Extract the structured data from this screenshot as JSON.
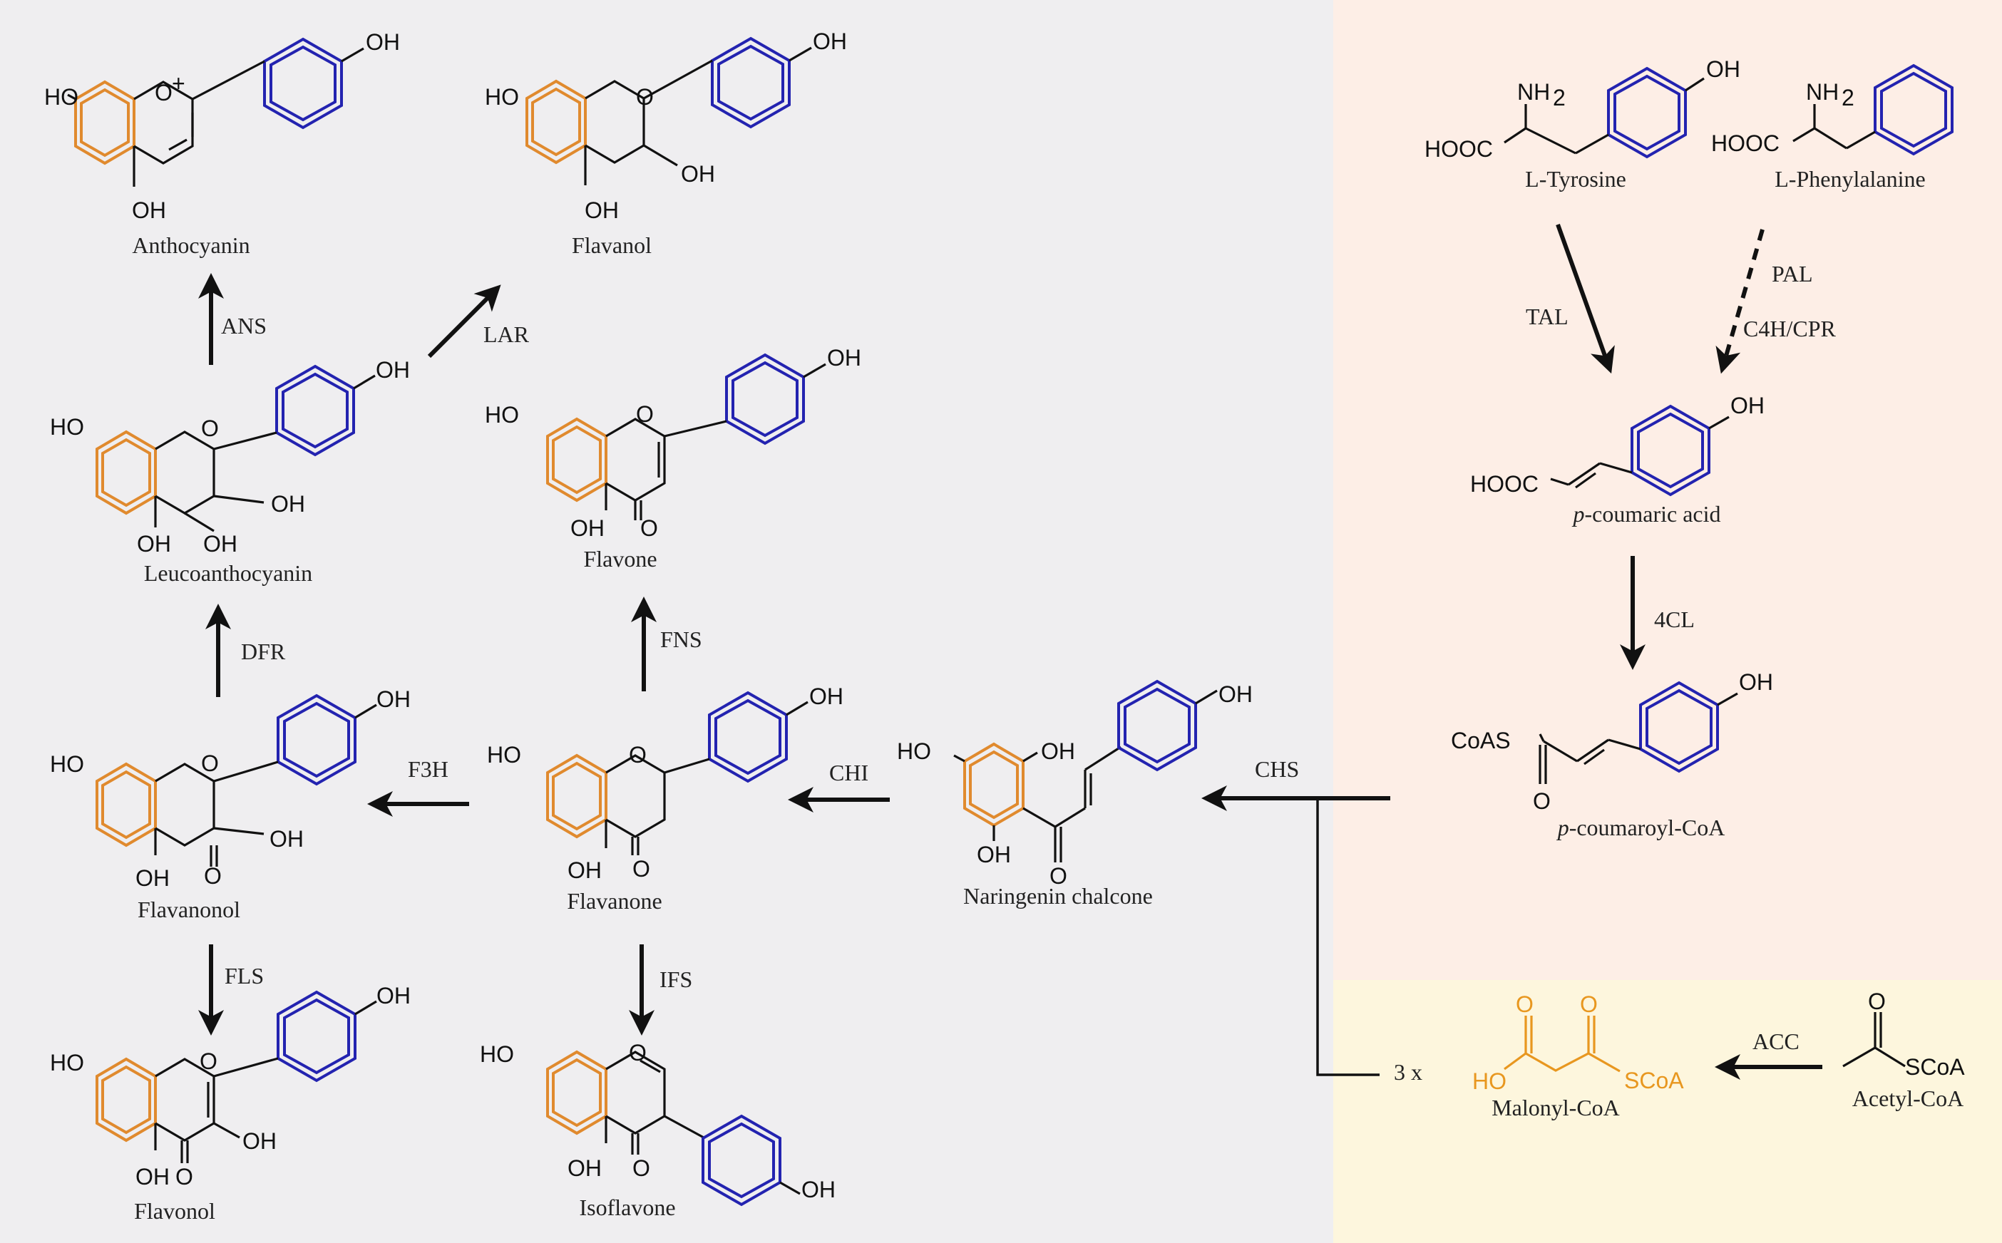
{
  "colors": {
    "left_panel": "#efeef0",
    "right_top_panel": "#fdeee6",
    "right_bottom_panel": "#fdf6dd",
    "a_ring": "#e08a2e",
    "b_ring": "#2323b0",
    "malonyl": "#e8971f",
    "arrow": "#111111"
  },
  "compounds": {
    "anthocyanin": "Anthocyanin",
    "flavanol": "Flavanol",
    "leucoanthocyanin": "Leucoanthocyanin",
    "flavone": "Flavone",
    "flavanonol": "Flavanonol",
    "flavanone": "Flavanone",
    "naringenin_chalcone": "Naringenin chalcone",
    "flavonol": "Flavonol",
    "isoflavone": "Isoflavone",
    "l_tyrosine": "L-Tyrosine",
    "l_phenylalanine": "L-Phenylalanine",
    "coumaric_prefix": "p",
    "coumaric_rest": "-coumaric acid",
    "coumaroyl_prefix": "p",
    "coumaroyl_rest": "-coumaroyl-CoA",
    "malonyl_coa": "Malonyl-CoA",
    "acetyl_coa": "Acetyl-CoA",
    "multiplier": "3 x"
  },
  "enzymes": {
    "ans": "ANS",
    "lar": "LAR",
    "dfr": "DFR",
    "fns": "FNS",
    "f3h": "F3H",
    "chi": "CHI",
    "chs": "CHS",
    "fls": "FLS",
    "ifs": "IFS",
    "tal": "TAL",
    "pal": "PAL",
    "c4h_cpr": "C4H/CPR",
    "fourcl": "4CL",
    "acc": "ACC"
  },
  "atoms": {
    "oh": "OH",
    "ho": "HO",
    "o": "O",
    "o_plus": "O",
    "plus": "+",
    "nh": "NH",
    "sub2": "2",
    "hooc": "HOOC",
    "coas": "CoAS",
    "scoa": "SCoA"
  }
}
